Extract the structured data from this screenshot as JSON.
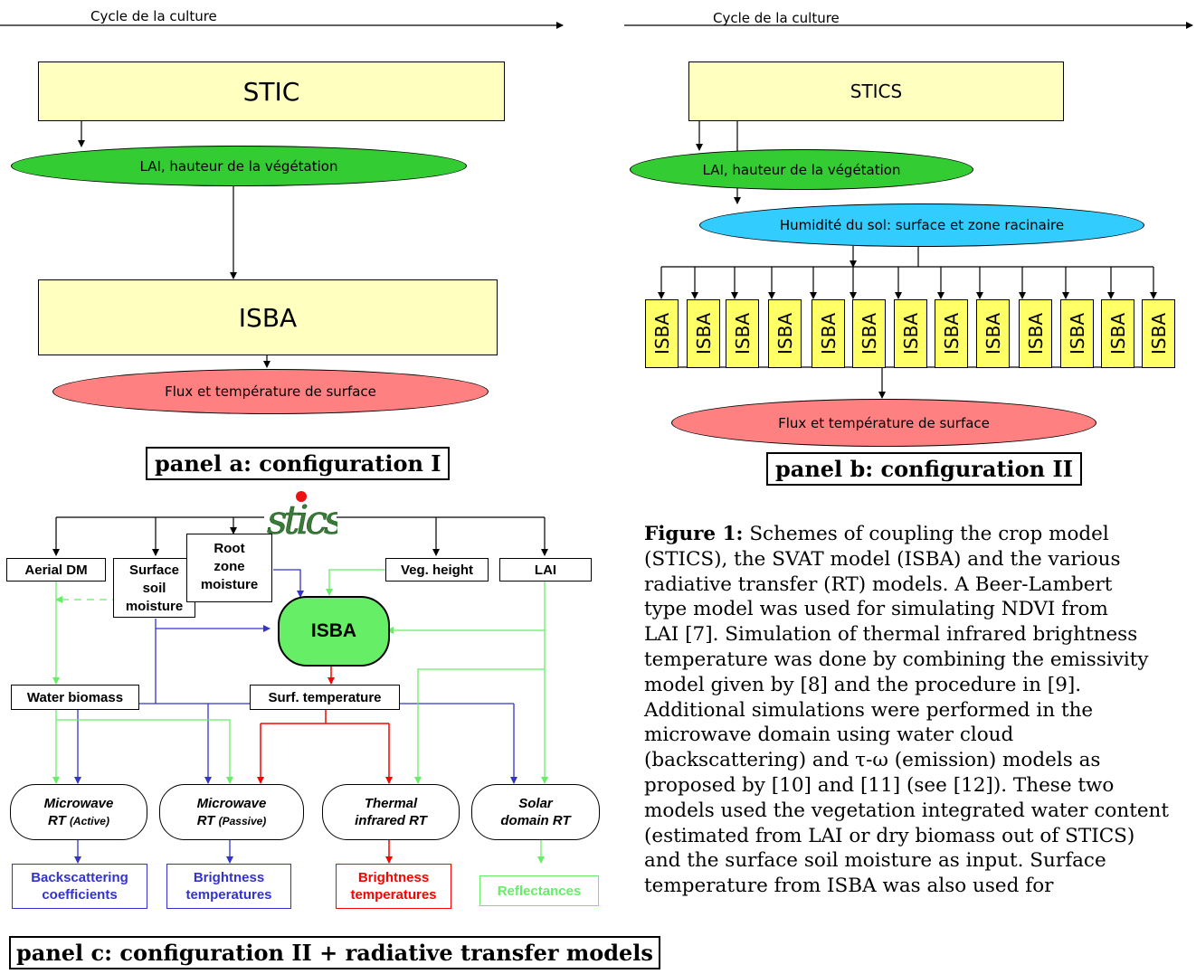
{
  "panel_a": {
    "cycle_label": "Cycle de la culture",
    "top_box": "STIC",
    "lai_ellipse": "LAI, hauteur de la végétation",
    "isba_box": "ISBA",
    "flux_ellipse": "Flux et température de surface",
    "caption": "panel a: configuration I"
  },
  "panel_b": {
    "cycle_label": "Cycle de la culture",
    "top_box": "STICS",
    "lai_ellipse": "LAI, hauteur de la végétation",
    "soil_ellipse": "Humidité du sol: surface et zone racinaire",
    "isba_columns": [
      "ISBA",
      "ISBA",
      "ISBA",
      "ISBA",
      "ISBA",
      "ISBA",
      "ISBA",
      "ISBA",
      "ISBA",
      "ISBA",
      "ISBA",
      "ISBA",
      "ISBA"
    ],
    "flux_ellipse": "Flux et température de surface",
    "caption": "panel b: configuration II"
  },
  "panel_c": {
    "logo_text": "STICS",
    "inputs": {
      "aerial_dm": "Aerial DM",
      "surface_soil_moisture": [
        "Surface",
        "soil",
        "moisture"
      ],
      "root_zone_moisture": [
        "Root",
        "zone",
        "moisture"
      ],
      "veg_height": "Veg. height",
      "lai": "LAI"
    },
    "isba": "ISBA",
    "water_biomass": "Water biomass",
    "surf_temperature": "Surf. temperature",
    "rt_models": [
      {
        "line1": "Microwave",
        "line2": "RT",
        "line2b": "(Active)"
      },
      {
        "line1": "Microwave",
        "line2": "RT",
        "line2b": "(Passive)"
      },
      {
        "line1": "Thermal",
        "line2": "infrared RT",
        "line2b": ""
      },
      {
        "line1": "Solar",
        "line2": "domain RT",
        "line2b": ""
      }
    ],
    "outputs": [
      {
        "line1": "Backscattering",
        "line2": "coefficients",
        "color": "#3333cc"
      },
      {
        "line1": "Brightness",
        "line2": "temperatures",
        "color": "#3333cc"
      },
      {
        "line1": "Brightness",
        "line2": "temperatures",
        "color": "#ff0000"
      },
      {
        "line1": "Reflectances",
        "line2": "",
        "color": "#66ee66"
      }
    ],
    "caption": "panel c: configuration II + radiative transfer models"
  },
  "colors": {
    "blue_arrow": "#3333cc",
    "green_arrow": "#66ee66",
    "red_arrow": "#ff0000",
    "yellow_box": "#ffffc0",
    "green_ellipse": "#33cc33",
    "blue_ellipse": "#33ccff",
    "red_ellipse": "#ff8080"
  },
  "figure_caption": {
    "label": "Figure 1:",
    "lines": [
      " Schemes of coupling the crop model",
      "(STICS), the SVAT model (ISBA) and the various",
      "radiative transfer (RT) models. A Beer-Lambert",
      "type model was used for simulating NDVI from",
      "LAI [7]. Simulation of thermal infrared brightness",
      "temperature was done by combining the emissivity",
      "model given by [8] and the procedure in [9].",
      "Additional simulations were performed in the",
      "microwave domain using water cloud",
      "(backscattering) and τ-ω (emission) models as",
      "proposed by [10] and [11] (see [12]). These two",
      "models used the vegetation integrated water content",
      "(estimated from LAI or dry biomass out of STICS)",
      "and the surface soil moisture as input. Surface",
      "temperature from ISBA was also used for"
    ]
  }
}
